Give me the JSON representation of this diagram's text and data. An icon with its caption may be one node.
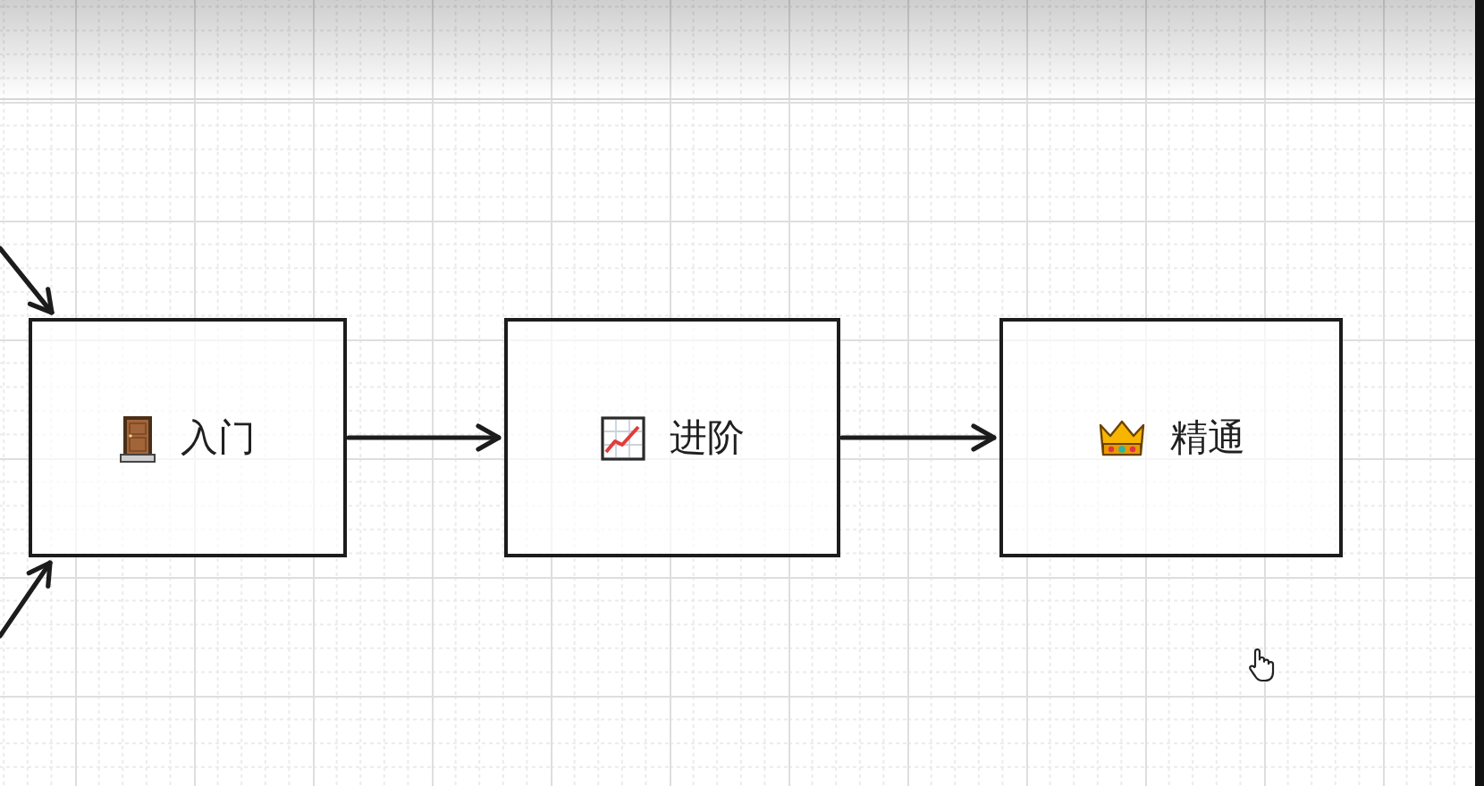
{
  "diagram": {
    "nodes": [
      {
        "text": [
          "入门"
        ]
      },
      {
        "text": [
          "进阶"
        ]
      },
      {
        "text": [
          "精通"
        ]
      }
    ],
    "edges": [
      {
        "from": null,
        "to": 0,
        "arrow": "to"
      },
      {
        "from": null,
        "to": 0,
        "arrow": "to"
      },
      {
        "from": 0,
        "to": 1,
        "arrow": "to"
      },
      {
        "from": 1,
        "to": 2,
        "arrow": "to"
      }
    ]
  }
}
